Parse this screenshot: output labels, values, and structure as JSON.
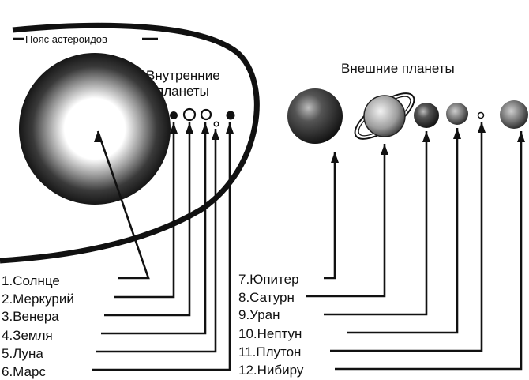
{
  "diagram": {
    "asteroid_belt_label": "Пояс астероидов",
    "inner_header": [
      "Внутренние",
      "планеты"
    ],
    "outer_header": "Внешние планеты",
    "left_labels": [
      "1.Солнце",
      "2.Меркурий",
      "3.Венера",
      "4.Земля",
      "5.Луна",
      "6.Марс"
    ],
    "right_labels": [
      "7.Юпитер",
      "8.Сатурн",
      "9.Уран",
      "10.Нептун",
      "11.Плутон",
      "12.Нибиру"
    ],
    "colors": {
      "ink": "#111111",
      "background": "#ffffff"
    }
  }
}
